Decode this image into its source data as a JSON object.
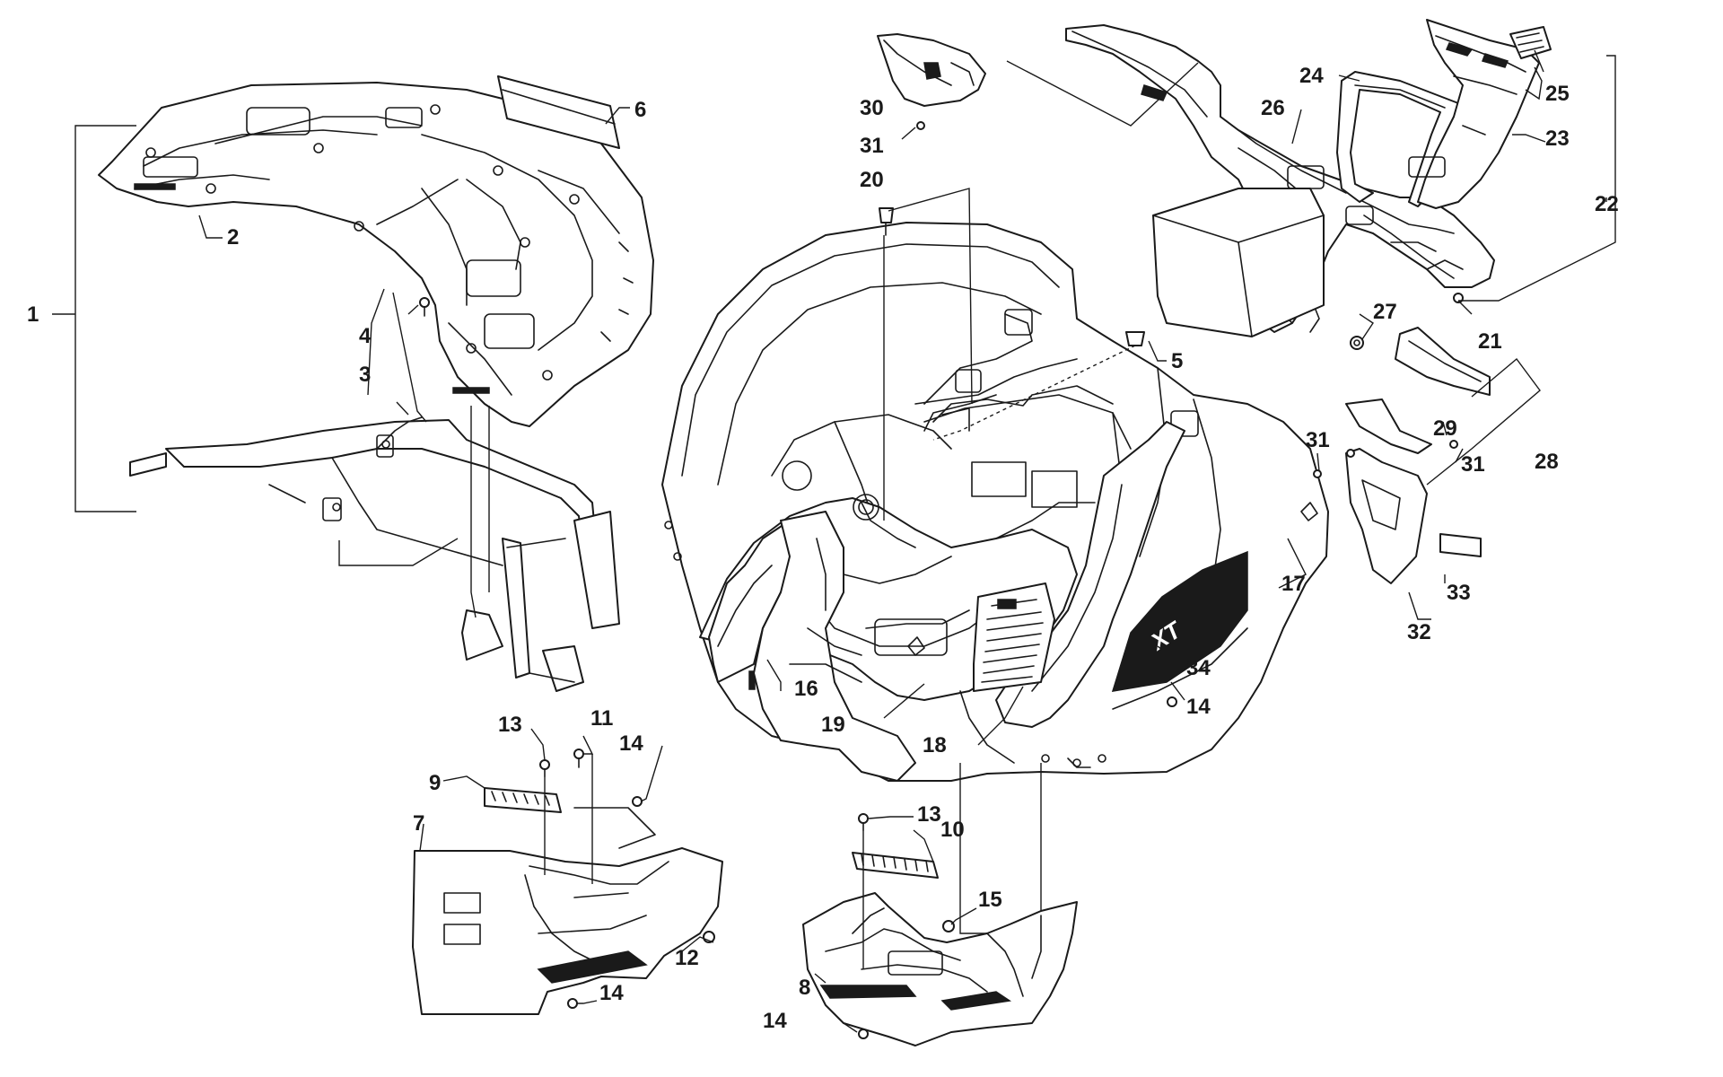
{
  "diagram": {
    "callouts": [
      {
        "id": "c1",
        "label": "1"
      },
      {
        "id": "c2",
        "label": "2"
      },
      {
        "id": "c3",
        "label": "3"
      },
      {
        "id": "c4",
        "label": "4"
      },
      {
        "id": "c5",
        "label": "5"
      },
      {
        "id": "c6",
        "label": "6"
      },
      {
        "id": "c7",
        "label": "7"
      },
      {
        "id": "c8",
        "label": "8"
      },
      {
        "id": "c9",
        "label": "9"
      },
      {
        "id": "c10",
        "label": "10"
      },
      {
        "id": "c11",
        "label": "11"
      },
      {
        "id": "c12",
        "label": "12"
      },
      {
        "id": "c13a",
        "label": "13"
      },
      {
        "id": "c13b",
        "label": "13"
      },
      {
        "id": "c14a",
        "label": "14"
      },
      {
        "id": "c14b",
        "label": "14"
      },
      {
        "id": "c14c",
        "label": "14"
      },
      {
        "id": "c14d",
        "label": "14"
      },
      {
        "id": "c15",
        "label": "15"
      },
      {
        "id": "c16",
        "label": "16"
      },
      {
        "id": "c17",
        "label": "17"
      },
      {
        "id": "c18",
        "label": "18"
      },
      {
        "id": "c19",
        "label": "19"
      },
      {
        "id": "c20",
        "label": "20"
      },
      {
        "id": "c21",
        "label": "21"
      },
      {
        "id": "c22",
        "label": "22"
      },
      {
        "id": "c23",
        "label": "23"
      },
      {
        "id": "c24",
        "label": "24"
      },
      {
        "id": "c25",
        "label": "25"
      },
      {
        "id": "c26",
        "label": "26"
      },
      {
        "id": "c27",
        "label": "27"
      },
      {
        "id": "c28",
        "label": "28"
      },
      {
        "id": "c29",
        "label": "29"
      },
      {
        "id": "c30",
        "label": "30"
      },
      {
        "id": "c31a",
        "label": "31"
      },
      {
        "id": "c31b",
        "label": "31"
      },
      {
        "id": "c31c",
        "label": "31"
      },
      {
        "id": "c32",
        "label": "32"
      },
      {
        "id": "c33",
        "label": "33"
      },
      {
        "id": "c34",
        "label": "34"
      }
    ],
    "decal_text": "XT"
  }
}
